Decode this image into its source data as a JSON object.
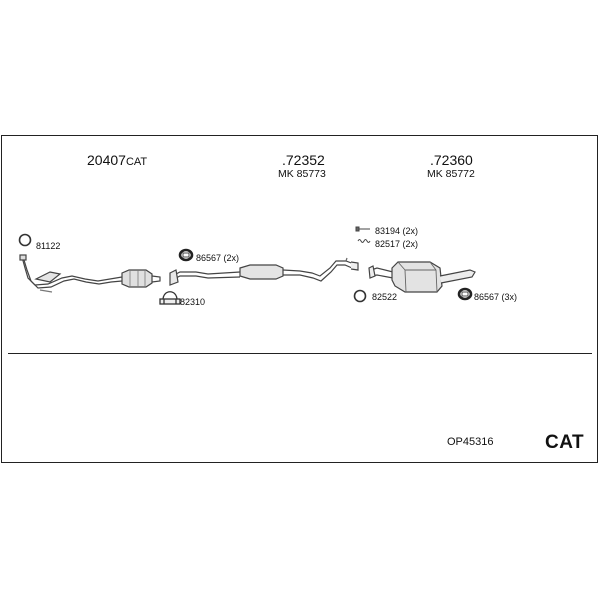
{
  "parts": {
    "front_pipe": {
      "number": "20407",
      "suffix": "CAT"
    },
    "middle_pipe": {
      "number": ".72352",
      "mk": "MK  85773"
    },
    "rear_muffler": {
      "number": ".72360",
      "mk": "MK  85772"
    }
  },
  "fittings": {
    "gasket_front": "81122",
    "mount_middle": "86567 (2x)",
    "clamp": "82310",
    "bolt_rear": "83194 (2x)",
    "spring_rear": "82517 (2x)",
    "gasket_rear": "82522",
    "mount_rear": "86567 (3x)"
  },
  "footer": {
    "code": "OP45316",
    "cat_label": "CAT"
  }
}
